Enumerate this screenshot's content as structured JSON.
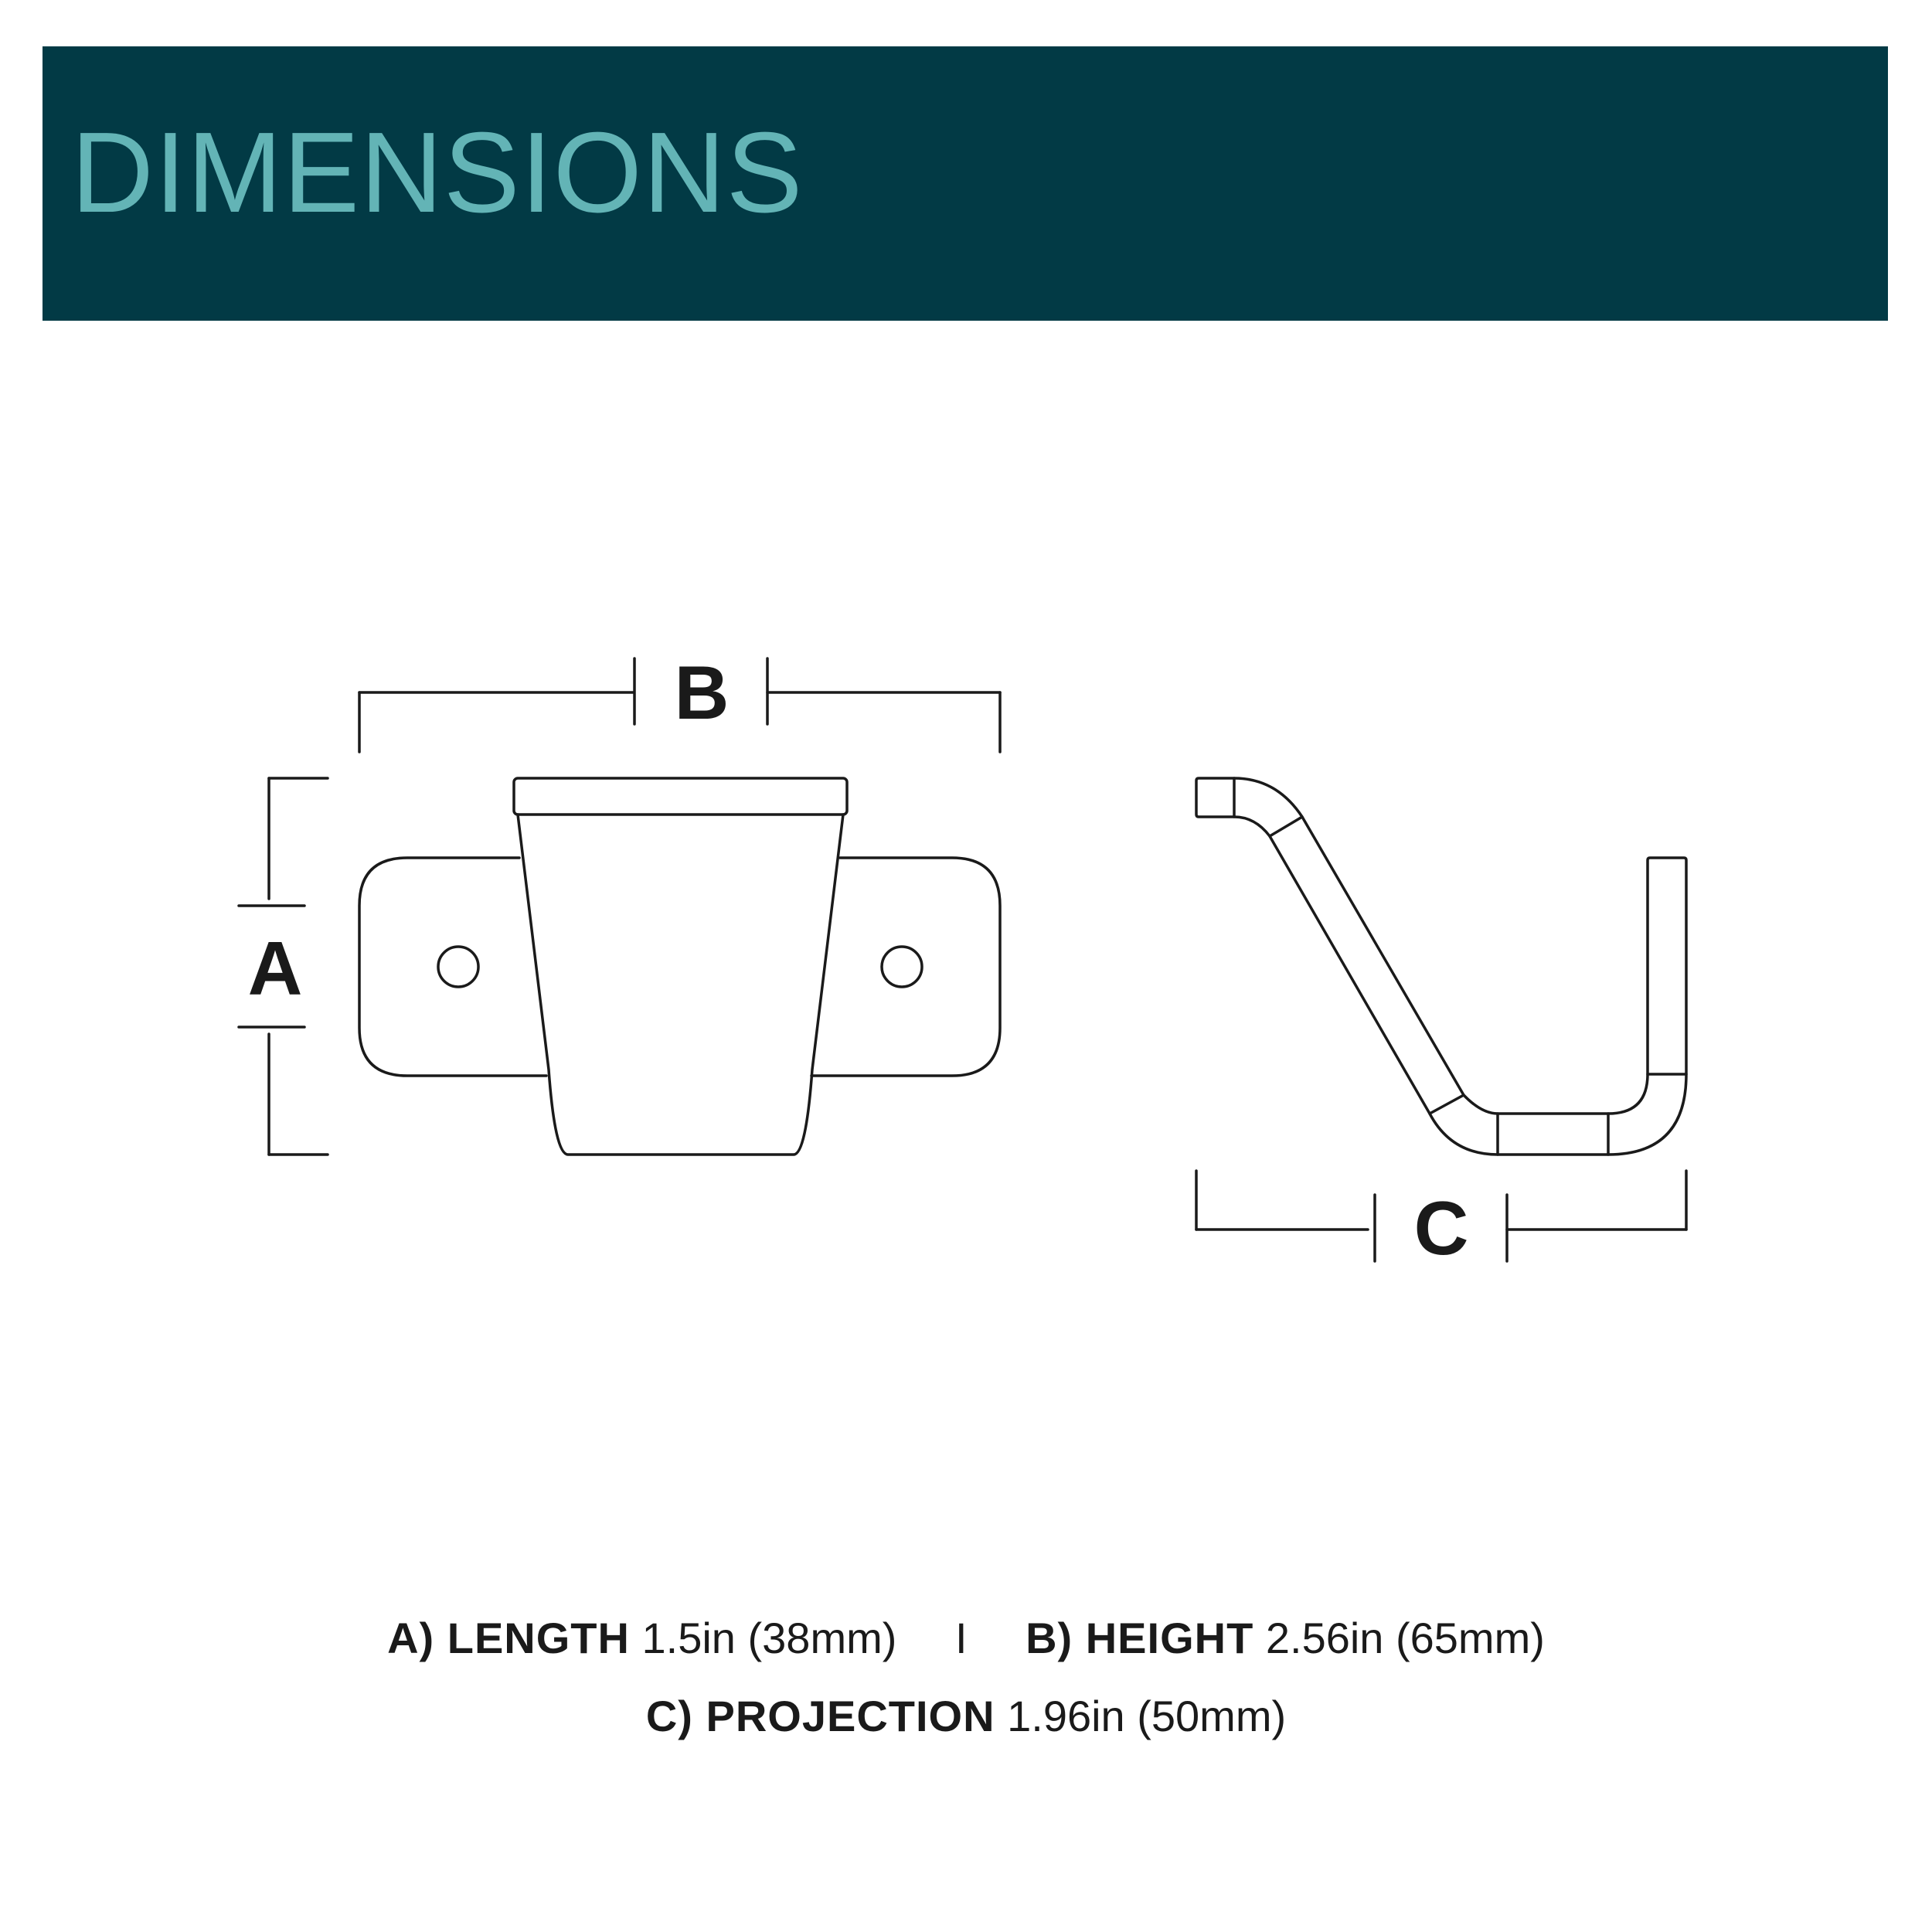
{
  "colors": {
    "header_band": "#023a45",
    "title_text": "#63b4b6",
    "line": "#1a1a1a"
  },
  "header": {
    "title": "DIMENSIONS"
  },
  "diagram": {
    "labels": {
      "a": "A",
      "b": "B",
      "c": "C"
    }
  },
  "specs": {
    "a": {
      "label": "A) LENGTH",
      "value": "1.5in (38mm)"
    },
    "separator": "I",
    "b": {
      "label": "B) HEIGHT",
      "value": "2.56in (65mm)"
    },
    "c": {
      "label": "C) PROJECTION",
      "value": "1.96in (50mm)"
    }
  }
}
